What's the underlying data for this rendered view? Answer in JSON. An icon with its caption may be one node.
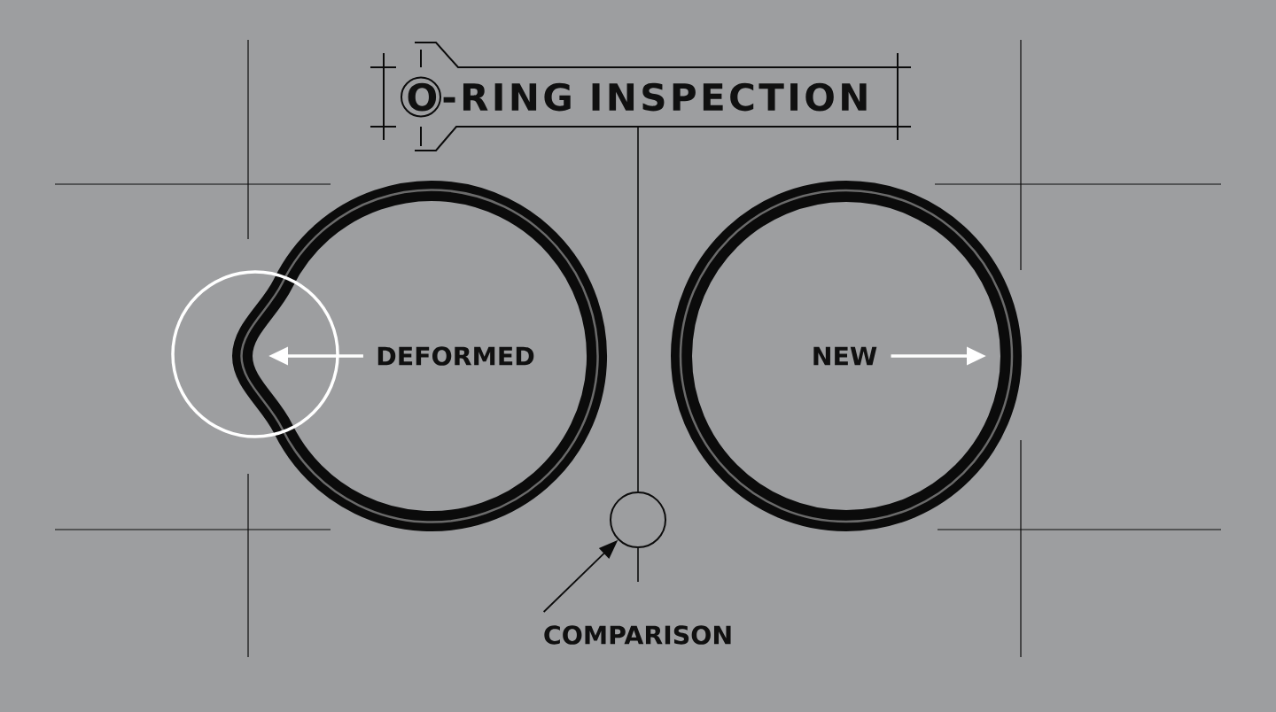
{
  "diagram": {
    "nodes": [
      {
        "text": [
          "O-RING INSPECTION"
        ]
      },
      {
        "text": [],
        "shape": "circle"
      },
      {
        "text": [
          "DEFORMED"
        ],
        "in": 1
      },
      {
        "text": [],
        "shape": "circle"
      },
      {
        "text": [
          "NEW"
        ],
        "in": 3
      },
      {
        "text": [],
        "shape": "circle"
      },
      {
        "text": [
          "COMPARISON"
        ]
      }
    ],
    "edges": [
      {
        "from": 2,
        "to": 1,
        "arrow": "to",
        "color": "#ffffff"
      },
      {
        "from": 4,
        "to": 3,
        "arrow": "to",
        "color": "#ffffff"
      },
      {
        "from": 0,
        "to": 5,
        "arrow": "none",
        "color": "#0b0b0b"
      },
      {
        "from": 6,
        "to": 5,
        "arrow": "to",
        "color": "#0b0b0b"
      }
    ]
  }
}
